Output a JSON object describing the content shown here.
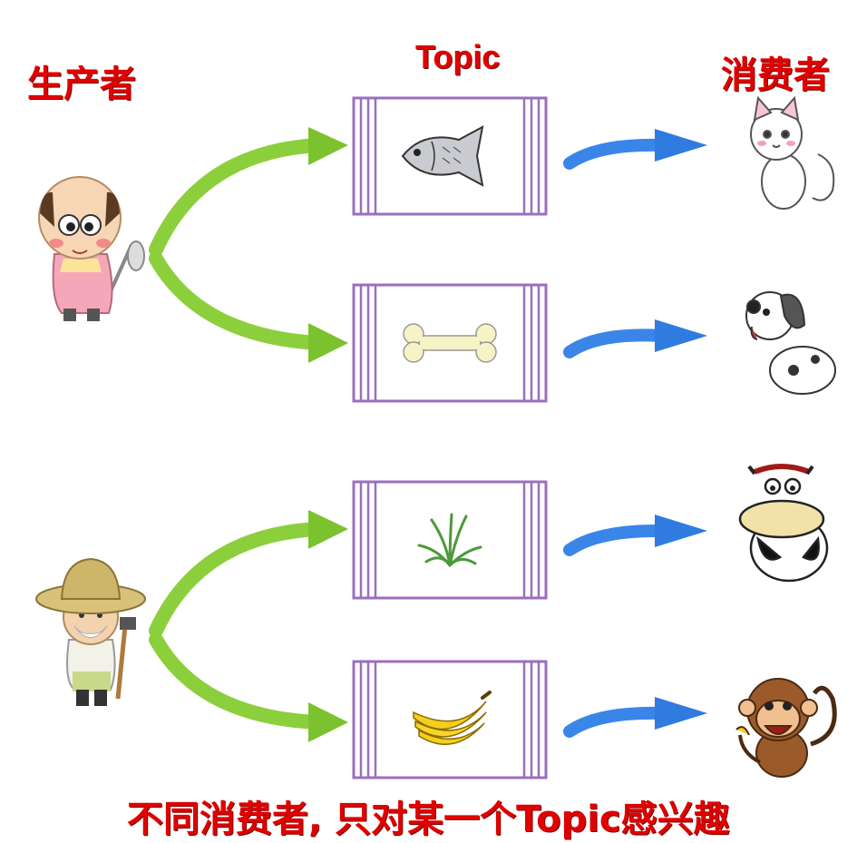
{
  "labels": {
    "producer": "生产者",
    "topic": "Topic",
    "consumer": "消费者"
  },
  "caption": "不同消费者, 只对某一个Topic感兴趣",
  "producers": [
    "farmer-bald-icon",
    "farmer-hat-icon"
  ],
  "topics": [
    {
      "content_icon": "fish-icon"
    },
    {
      "content_icon": "bone-icon"
    },
    {
      "content_icon": "grass-icon"
    },
    {
      "content_icon": "banana-icon"
    }
  ],
  "consumers": [
    "cat-icon",
    "dog-icon",
    "cow-icon",
    "monkey-icon"
  ],
  "colors": {
    "label": "#e00000",
    "topic_border": "#9b6fc0",
    "producer_arrow": "#8ccf3c",
    "consumer_arrow": "#3a86e8"
  }
}
